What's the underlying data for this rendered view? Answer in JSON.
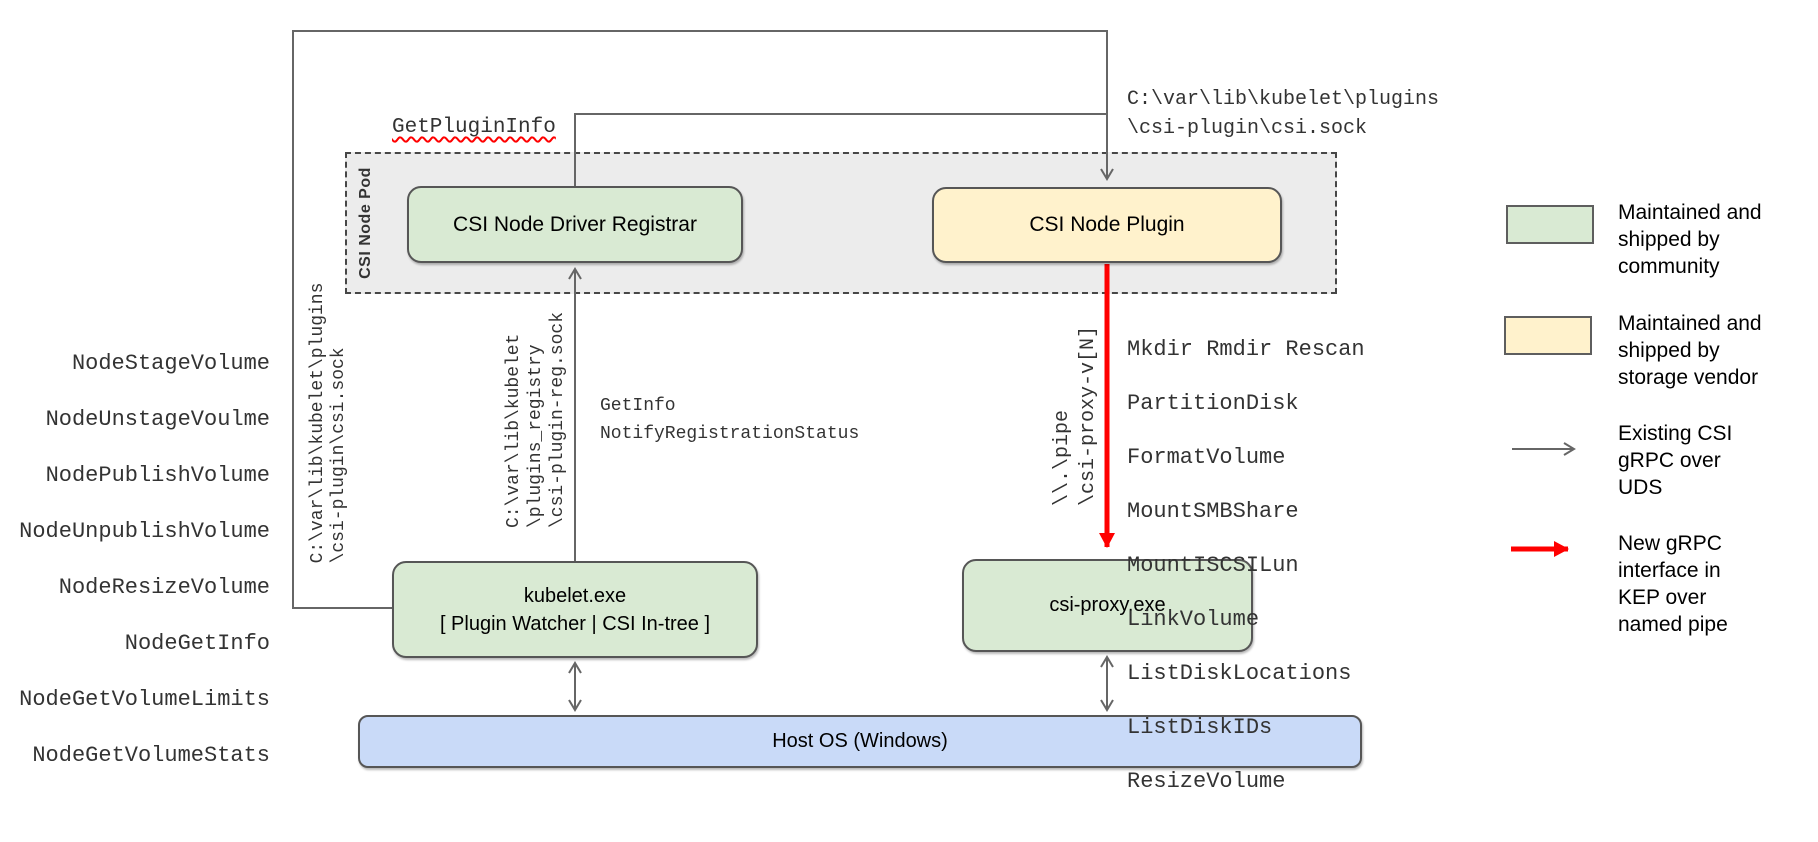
{
  "colors": {
    "community_green": "#d9ead3",
    "vendor_yellow": "#fff2cc",
    "host_blue": "#c9daf8",
    "pod_gray": "#ececec",
    "arrow_gray": "#666666",
    "arrow_red": "#ff0000"
  },
  "pod": {
    "label": "CSI Node Pod"
  },
  "boxes": {
    "registrar": "CSI Node Driver Registrar",
    "plugin": "CSI Node Plugin",
    "kubelet_line1": "kubelet.exe",
    "kubelet_line2": "[ Plugin Watcher | CSI In-tree ]",
    "csi_proxy": "csi-proxy.exe",
    "host_os": "Host OS (Windows)"
  },
  "labels": {
    "get_plugin_info": "GetPluginInfo",
    "csi_sock_path_top": "C:\\var\\lib\\kubelet\\plugins\n\\csi-plugin\\csi.sock",
    "csi_sock_path_left": "C:\\var\\lib\\kubelet\\plugins\n\\csi-plugin\\csi.sock",
    "registration_sock_path": "C:\\var\\lib\\kubelet\n\\plugins_registry\n\\csi-plugin-reg.sock",
    "named_pipe": "\\\\.\\pipe\n\\csi-proxy-v[N]",
    "registrar_calls": "GetInfo\nNotifyRegistrationStatus"
  },
  "node_methods": [
    "NodeStageVolume",
    "NodeUnstageVoulme",
    "NodePublishVolume",
    "NodeUnpublishVolume",
    "NodeResizeVolume",
    "NodeGetInfo",
    "NodeGetVolumeLimits",
    "NodeGetVolumeStats"
  ],
  "proxy_ops": [
    "Mkdir Rmdir Rescan",
    "PartitionDisk",
    "FormatVolume",
    "MountSMBShare",
    "MountISCSILun",
    "LinkVolume",
    "ListDiskLocations",
    "ListDiskIDs",
    "ResizeVolume"
  ],
  "legend": {
    "community": "Maintained and\nshipped by\ncommunity",
    "vendor": "Maintained and\nshipped by\nstorage vendor",
    "uds": "Existing CSI\ngRPC over\nUDS",
    "pipe": "New gRPC\ninterface in\nKEP over\nnamed pipe"
  }
}
